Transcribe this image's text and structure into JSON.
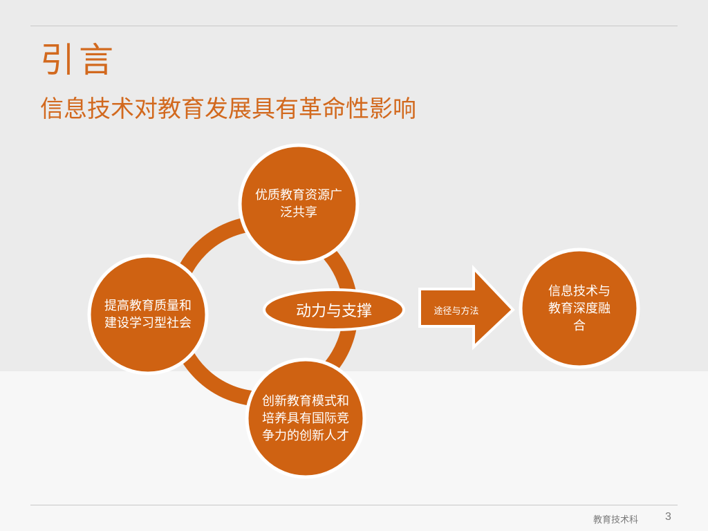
{
  "slide": {
    "title": "引言",
    "subtitle": "信息技术对教育发展具有革命性影响",
    "footer_label": "教育技术科",
    "page_number": "3"
  },
  "diagram": {
    "nodes": [
      {
        "id": "top",
        "label": "优质教育资源广泛共享"
      },
      {
        "id": "left",
        "label": "提高教育质量和建设学习型社会"
      },
      {
        "id": "bottom",
        "label": "创新教育模式和培养具有国际竞争力的创新人才"
      }
    ],
    "center_label": "动力与支撑",
    "arrow_label": "途径与方法",
    "goal_label": "信息技术与教育深度融合"
  },
  "colors": {
    "accent": "#d2691e",
    "ring": "#cf6212",
    "ring_border": "#ffffff",
    "background_top": "#ebebeb",
    "background_bottom": "#f7f7f7"
  }
}
